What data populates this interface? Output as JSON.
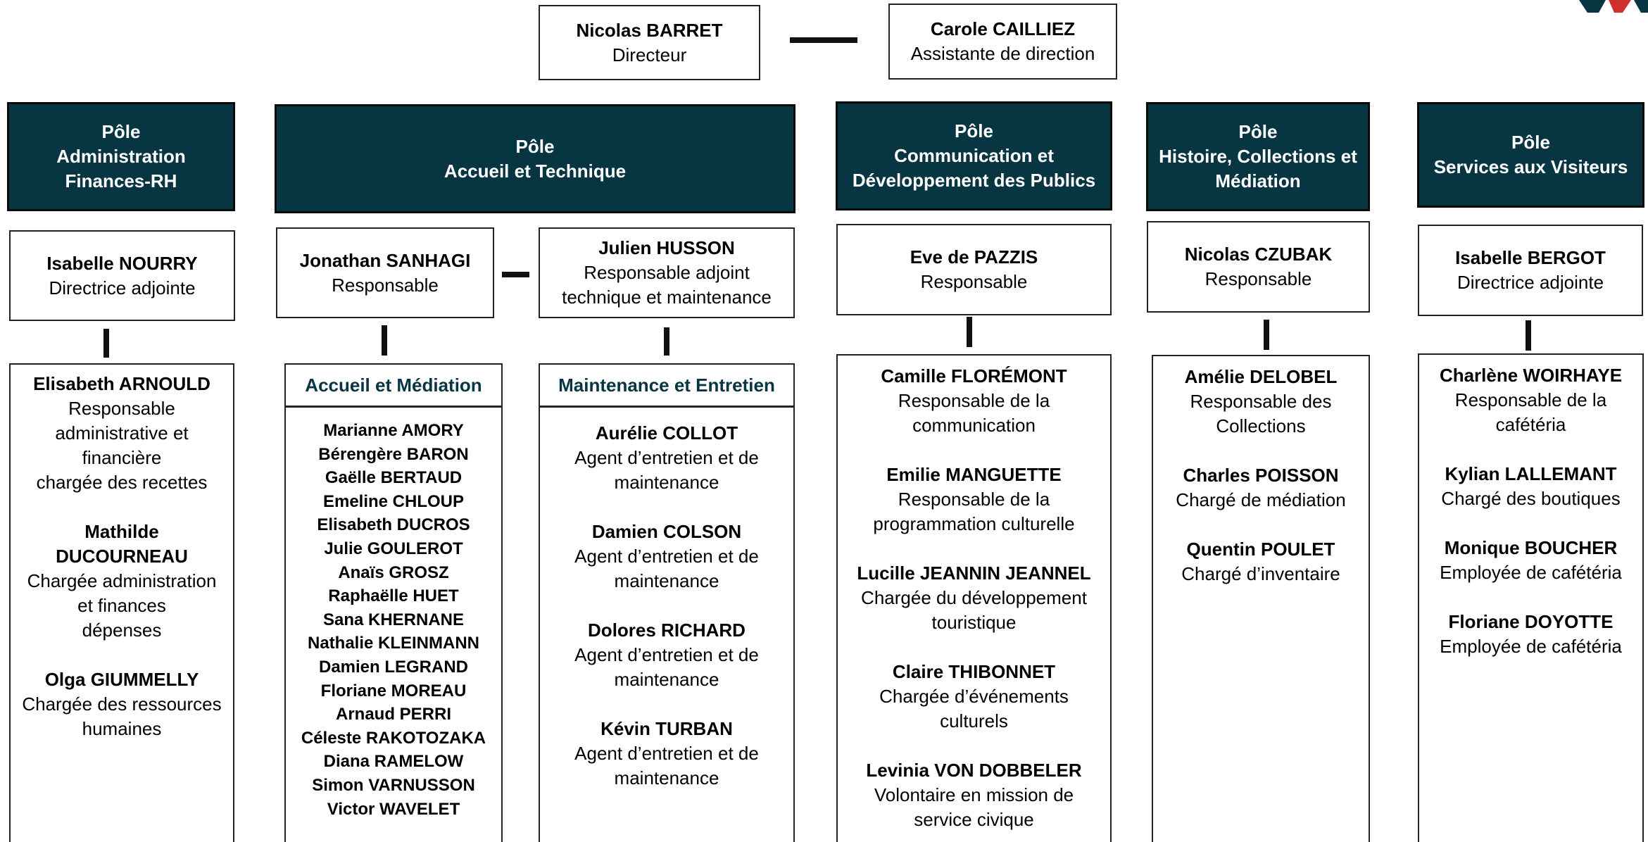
{
  "top": {
    "director": {
      "name": "Nicolas BARRET",
      "role": "Directeur"
    },
    "assistant": {
      "name": "Carole CAILLIEZ",
      "role": "Assistante de direction"
    }
  },
  "poles": [
    {
      "label": "Pôle",
      "line2": "Administration",
      "line3": "Finances-RH"
    },
    {
      "label": "Pôle",
      "line2": "Accueil et Technique"
    },
    {
      "label": "Pôle",
      "line2": "Communication et",
      "line3": "Développement des Publics"
    },
    {
      "label": "Pôle",
      "line2": "Histoire, Collections et",
      "line3": "Médiation"
    },
    {
      "label": "Pôle",
      "line2": "Services aux Visiteurs"
    }
  ],
  "heads": {
    "admin": {
      "name": "Isabelle NOURRY",
      "role": "Directrice adjointe"
    },
    "accueil": {
      "name": "Jonathan SANHAGI",
      "role": "Responsable"
    },
    "technique": {
      "name": "Julien HUSSON",
      "role1": "Responsable adjoint",
      "role2": "technique et maintenance"
    },
    "communication": {
      "name": "Eve de PAZZIS",
      "role": "Responsable"
    },
    "histoire": {
      "name": "Nicolas CZUBAK",
      "role": "Responsable"
    },
    "services": {
      "name": "Isabelle BERGOT",
      "role": "Directrice adjointe"
    }
  },
  "admin_staff": [
    {
      "name": "Elisabeth ARNOULD",
      "role1": "Responsable",
      "role2": "administrative et",
      "role3": "financière",
      "role4": "chargée des recettes"
    },
    {
      "name1": "Mathilde",
      "name2": "DUCOURNEAU",
      "role1": "Chargée administration",
      "role2": "et finances",
      "role3": "dépenses"
    },
    {
      "name": "Olga GIUMMELLY",
      "role1": "Chargée des ressources",
      "role2": "humaines"
    }
  ],
  "accueil_team": {
    "title": "Accueil et Médiation",
    "members": [
      "Marianne AMORY",
      "Bérengère BARON",
      "Gaëlle BERTAUD",
      "Emeline CHLOUP",
      "Elisabeth DUCROS",
      "Julie GOULEROT",
      "Anaïs GROSZ",
      "Raphaëlle HUET",
      "Sana KHERNANE",
      "Nathalie KLEINMANN",
      "Damien LEGRAND",
      "Floriane MOREAU",
      "Arnaud PERRI",
      "Céleste RAKOTOZAKA",
      "Diana RAMELOW",
      "Simon VARNUSSON",
      "Victor WAVELET"
    ]
  },
  "maintenance_team": {
    "title": "Maintenance et Entretien",
    "members": [
      {
        "name": "Aurélie COLLOT",
        "role1": "Agent d’entretien et de",
        "role2": "maintenance"
      },
      {
        "name": "Damien COLSON",
        "role1": "Agent d’entretien et de",
        "role2": "maintenance"
      },
      {
        "name": "Dolores RICHARD",
        "role1": "Agent d’entretien et de",
        "role2": "maintenance"
      },
      {
        "name": "Kévin TURBAN",
        "role1": "Agent d’entretien et de",
        "role2": "maintenance"
      }
    ]
  },
  "communication_staff": [
    {
      "name": "Camille FLORÉMONT",
      "role1": "Responsable de la",
      "role2": "communication"
    },
    {
      "name": "Emilie MANGUETTE",
      "role1": "Responsable de la",
      "role2": "programmation culturelle"
    },
    {
      "name": "Lucille JEANNIN JEANNEL",
      "role1": "Chargée du développement",
      "role2": "touristique"
    },
    {
      "name": "Claire THIBONNET",
      "role1": "Chargée d’événements",
      "role2": "culturels"
    },
    {
      "name": "Levinia VON DOBBELER",
      "role1": "Volontaire en mission de",
      "role2": "service civique"
    }
  ],
  "histoire_staff": [
    {
      "name": "Amélie DELOBEL",
      "role1": "Responsable des",
      "role2": "Collections"
    },
    {
      "name": "Charles POISSON",
      "role1": "Chargé de médiation"
    },
    {
      "name": "Quentin POULET",
      "role1": "Chargé d’inventaire"
    }
  ],
  "services_staff": [
    {
      "name": "Charlène WOIRHAYE",
      "role1": "Responsable de la",
      "role2": "cafétéria"
    },
    {
      "name": "Kylian LALLEMANT",
      "role1": "Chargé des boutiques"
    },
    {
      "name": "Monique BOUCHER",
      "role1": "Employée de cafétéria"
    },
    {
      "name": "Floriane DOYOTTE",
      "role1": "Employée de cafétéria"
    }
  ],
  "colors": {
    "pole_bg": "#073642",
    "team_title": "#073642",
    "logo_red": "#d0312d",
    "logo_navy": "#073642"
  }
}
